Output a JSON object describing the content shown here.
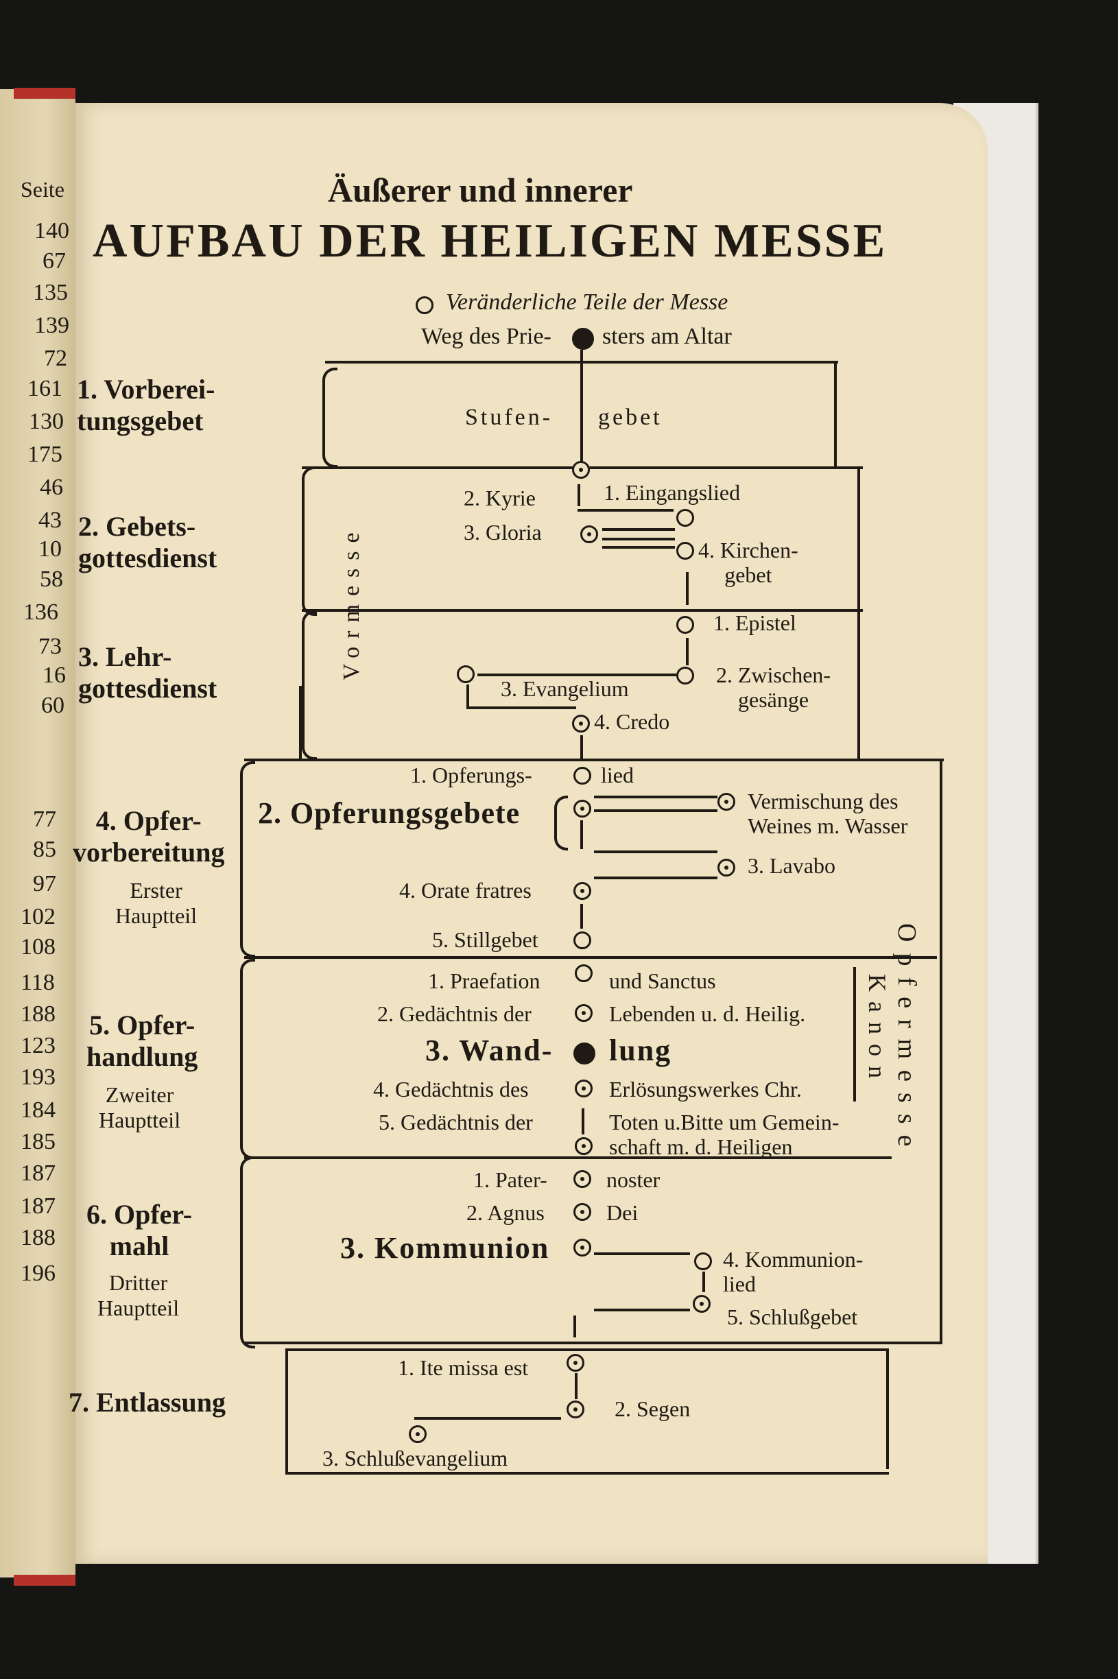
{
  "margin": {
    "seite_label": "Seite",
    "numbers": [
      "140",
      "67",
      "135",
      "139",
      "72",
      "161",
      "130",
      "175",
      "46",
      "43",
      "10",
      "58",
      "136",
      "73",
      "16",
      "60",
      "77",
      "85",
      "97",
      "102",
      "108",
      "118",
      "188",
      "123",
      "193",
      "184",
      "185",
      "187",
      "187",
      "188",
      "196"
    ]
  },
  "header": {
    "subtitle": "Äußerer und innerer",
    "title": "AUFBAU DER HEILIGEN MESSE"
  },
  "legend": {
    "veraenderlich": "Veränderliche Teile der Messe",
    "weg_left": "Weg des Prie-",
    "weg_right": "sters am Altar"
  },
  "sections": {
    "s1": "1. Vorberei-\ntungsgebet",
    "s2": "2. Gebets-\ngottesdienst",
    "s3": "3. Lehr-\ngottesdienst",
    "s4": "4. Opfer-\nvorbereitung",
    "s4_sub": "Erster\nHauptteil",
    "s5": "5. Opfer-\nhandlung",
    "s5_sub": "Zweiter\nHauptteil",
    "s6": "6. Opfer-\nmahl",
    "s6_sub": "Dritter\nHauptteil",
    "s7": "7. Entlassung"
  },
  "vertical_labels": {
    "vormesse": "Vormesse",
    "opfermesse": "Opfermesse",
    "kanon": "Kanon"
  },
  "diagram": {
    "stufen_left": "Stufen-",
    "stufen_right": "gebet",
    "kyrie": "2. Kyrie",
    "gloria": "3. Gloria",
    "eingangslied": "1. Eingangslied",
    "kirchengebet": "4. Kirchen-\ngebet",
    "epistel": "1. Epistel",
    "zwischen": "2. Zwischen-\ngesänge",
    "evangelium": "3. Evangelium",
    "credo": "4. Credo",
    "opferungs_left": "1. Opferungs-",
    "opferungs_right": "lied",
    "opferungsgebete": "2. Opferungsgebete",
    "vermischung": "Vermischung des\nWeines m. Wasser",
    "lavabo": "3. Lavabo",
    "orate": "4. Orate fratres",
    "stillgebet": "5. Stillgebet",
    "praefation_left": "1. Praefation",
    "praefation_right": "und Sanctus",
    "gedaechtnis2_left": "2. Gedächtnis der",
    "gedaechtnis2_right": "Lebenden u. d. Heilig.",
    "wandlung_left": "3. Wand-",
    "wandlung_right": "lung",
    "gedaechtnis4_left": "4. Gedächtnis des",
    "gedaechtnis4_right": "Erlösungswerkes Chr.",
    "gedaechtnis5_left": "5. Gedächtnis der",
    "gedaechtnis5_right": "Toten u.Bitte um Gemein-\nschaft m. d. Heiligen",
    "pater_left": "1. Pater-",
    "pater_right": "noster",
    "agnus_left": "2. Agnus",
    "agnus_right": "Dei",
    "kommunion": "3. Kommunion",
    "kommunionlied": "4. Kommunion-\nlied",
    "schlussgebet": "5. Schlußgebet",
    "ite": "1. Ite missa est",
    "segen": "2. Segen",
    "schlussevangelium": "3. Schlußevangelium"
  }
}
